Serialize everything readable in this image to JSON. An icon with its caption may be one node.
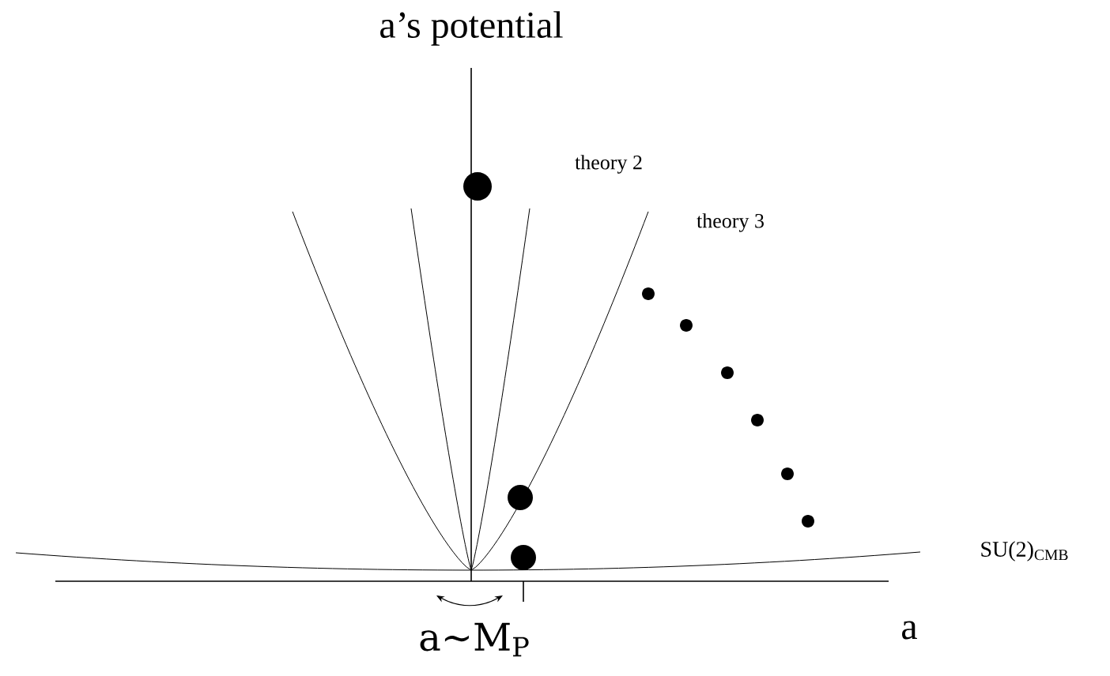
{
  "diagram": {
    "labels": [
      "a’s potential",
      "theory 2",
      "theory 3",
      "SU(2)$_{CMB}$",
      "a∼M$_{P}$",
      "a"
    ]
  }
}
